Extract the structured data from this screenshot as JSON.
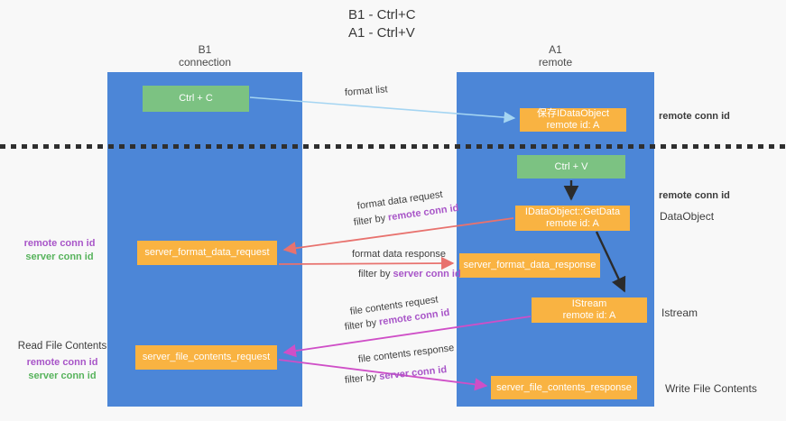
{
  "title": {
    "line1": "B1 - Ctrl+C",
    "line2": "A1 - Ctrl+V"
  },
  "columns": {
    "left": {
      "name": "B1",
      "role": "connection"
    },
    "right": {
      "name": "A1",
      "role": "remote"
    }
  },
  "boxes": {
    "ctrl_c": {
      "label": "Ctrl + C"
    },
    "save_dataobject": {
      "line1": "保存IDataObject",
      "line2": "remote id: A"
    },
    "ctrl_v": {
      "label": "Ctrl + V"
    },
    "getdata": {
      "line1": "IDataObject::GetData",
      "line2": "remote id: A"
    },
    "server_format_data_request": {
      "label": "server_format_data_request"
    },
    "server_format_data_response": {
      "label": "server_format_data_response"
    },
    "istream": {
      "line1": "IStream",
      "line2": "remote id: A"
    },
    "server_file_contents_request": {
      "label": "server_file_contents_request"
    },
    "server_file_contents_response": {
      "label": "server_file_contents_response"
    }
  },
  "arrow_labels": {
    "format_list": "format list",
    "format_data_request": "format data request",
    "format_data_response": "format data response",
    "file_contents_request": "file contents request",
    "file_contents_response": "file contents response",
    "filter_by": "filter by ",
    "remote_conn_id": "remote conn id",
    "server_conn_id": "server conn id"
  },
  "side_labels": {
    "right_remote_conn_id_1": "remote conn id",
    "right_remote_conn_id_2": "remote conn id",
    "dataobject": "DataObject",
    "istream": "Istream",
    "write_file_contents": "Write File Contents",
    "left_remote_conn_id_1": "remote conn id",
    "left_server_conn_id_1": "server conn id",
    "read_file_contents": "Read File Contents",
    "left_remote_conn_id_2": "remote conn id",
    "left_server_conn_id_2": "server conn id"
  },
  "colors": {
    "lifeline_blue": "#4c86d7",
    "box_green": "#7cc282",
    "box_orange": "#f9b342",
    "purple_text": "#a855c8",
    "green_text": "#57b35c",
    "arrow_lightblue": "#a5d5f2",
    "arrow_salmon": "#e8726e",
    "arrow_magenta": "#cf4fc7",
    "arrow_black": "#2b2b2b"
  }
}
